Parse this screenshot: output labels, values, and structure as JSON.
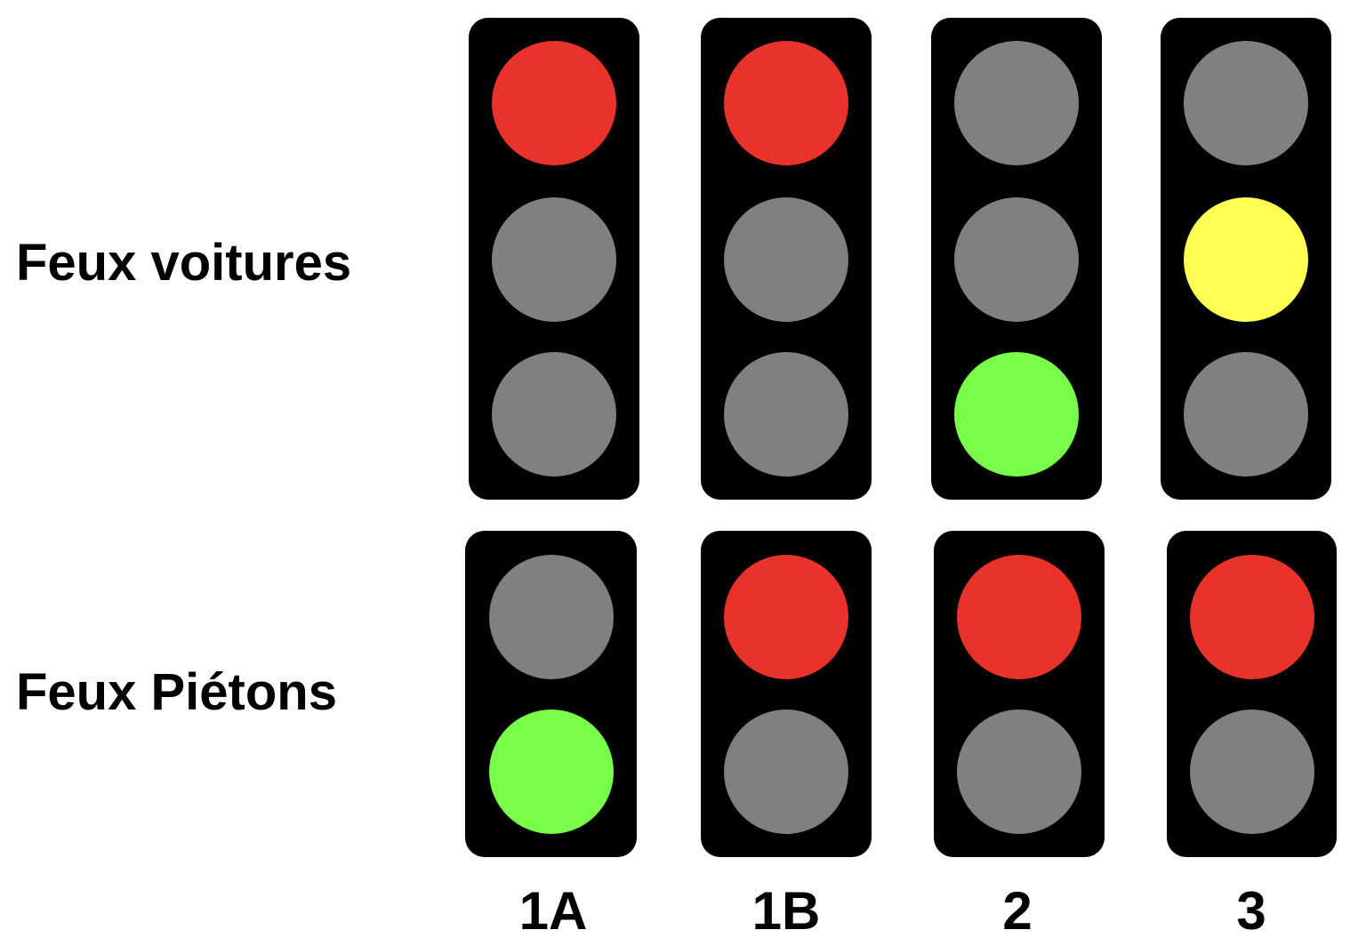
{
  "labels": {
    "car_lights": "Feux voitures",
    "pedestrian_lights": "Feux Piétons"
  },
  "colors": {
    "red": "#e8322a",
    "yellow": "#ffff54",
    "green": "#78fd4b",
    "off": "#808080",
    "housing": "#000000"
  },
  "phases": [
    {
      "id": "1A",
      "car_lights": [
        "red",
        "off",
        "off"
      ],
      "pedestrian_lights": [
        "off",
        "green"
      ]
    },
    {
      "id": "1B",
      "car_lights": [
        "red",
        "off",
        "off"
      ],
      "pedestrian_lights": [
        "red",
        "off"
      ]
    },
    {
      "id": "2",
      "car_lights": [
        "off",
        "off",
        "green"
      ],
      "pedestrian_lights": [
        "red",
        "off"
      ]
    },
    {
      "id": "3",
      "car_lights": [
        "off",
        "yellow",
        "off"
      ],
      "pedestrian_lights": [
        "red",
        "off"
      ]
    }
  ]
}
